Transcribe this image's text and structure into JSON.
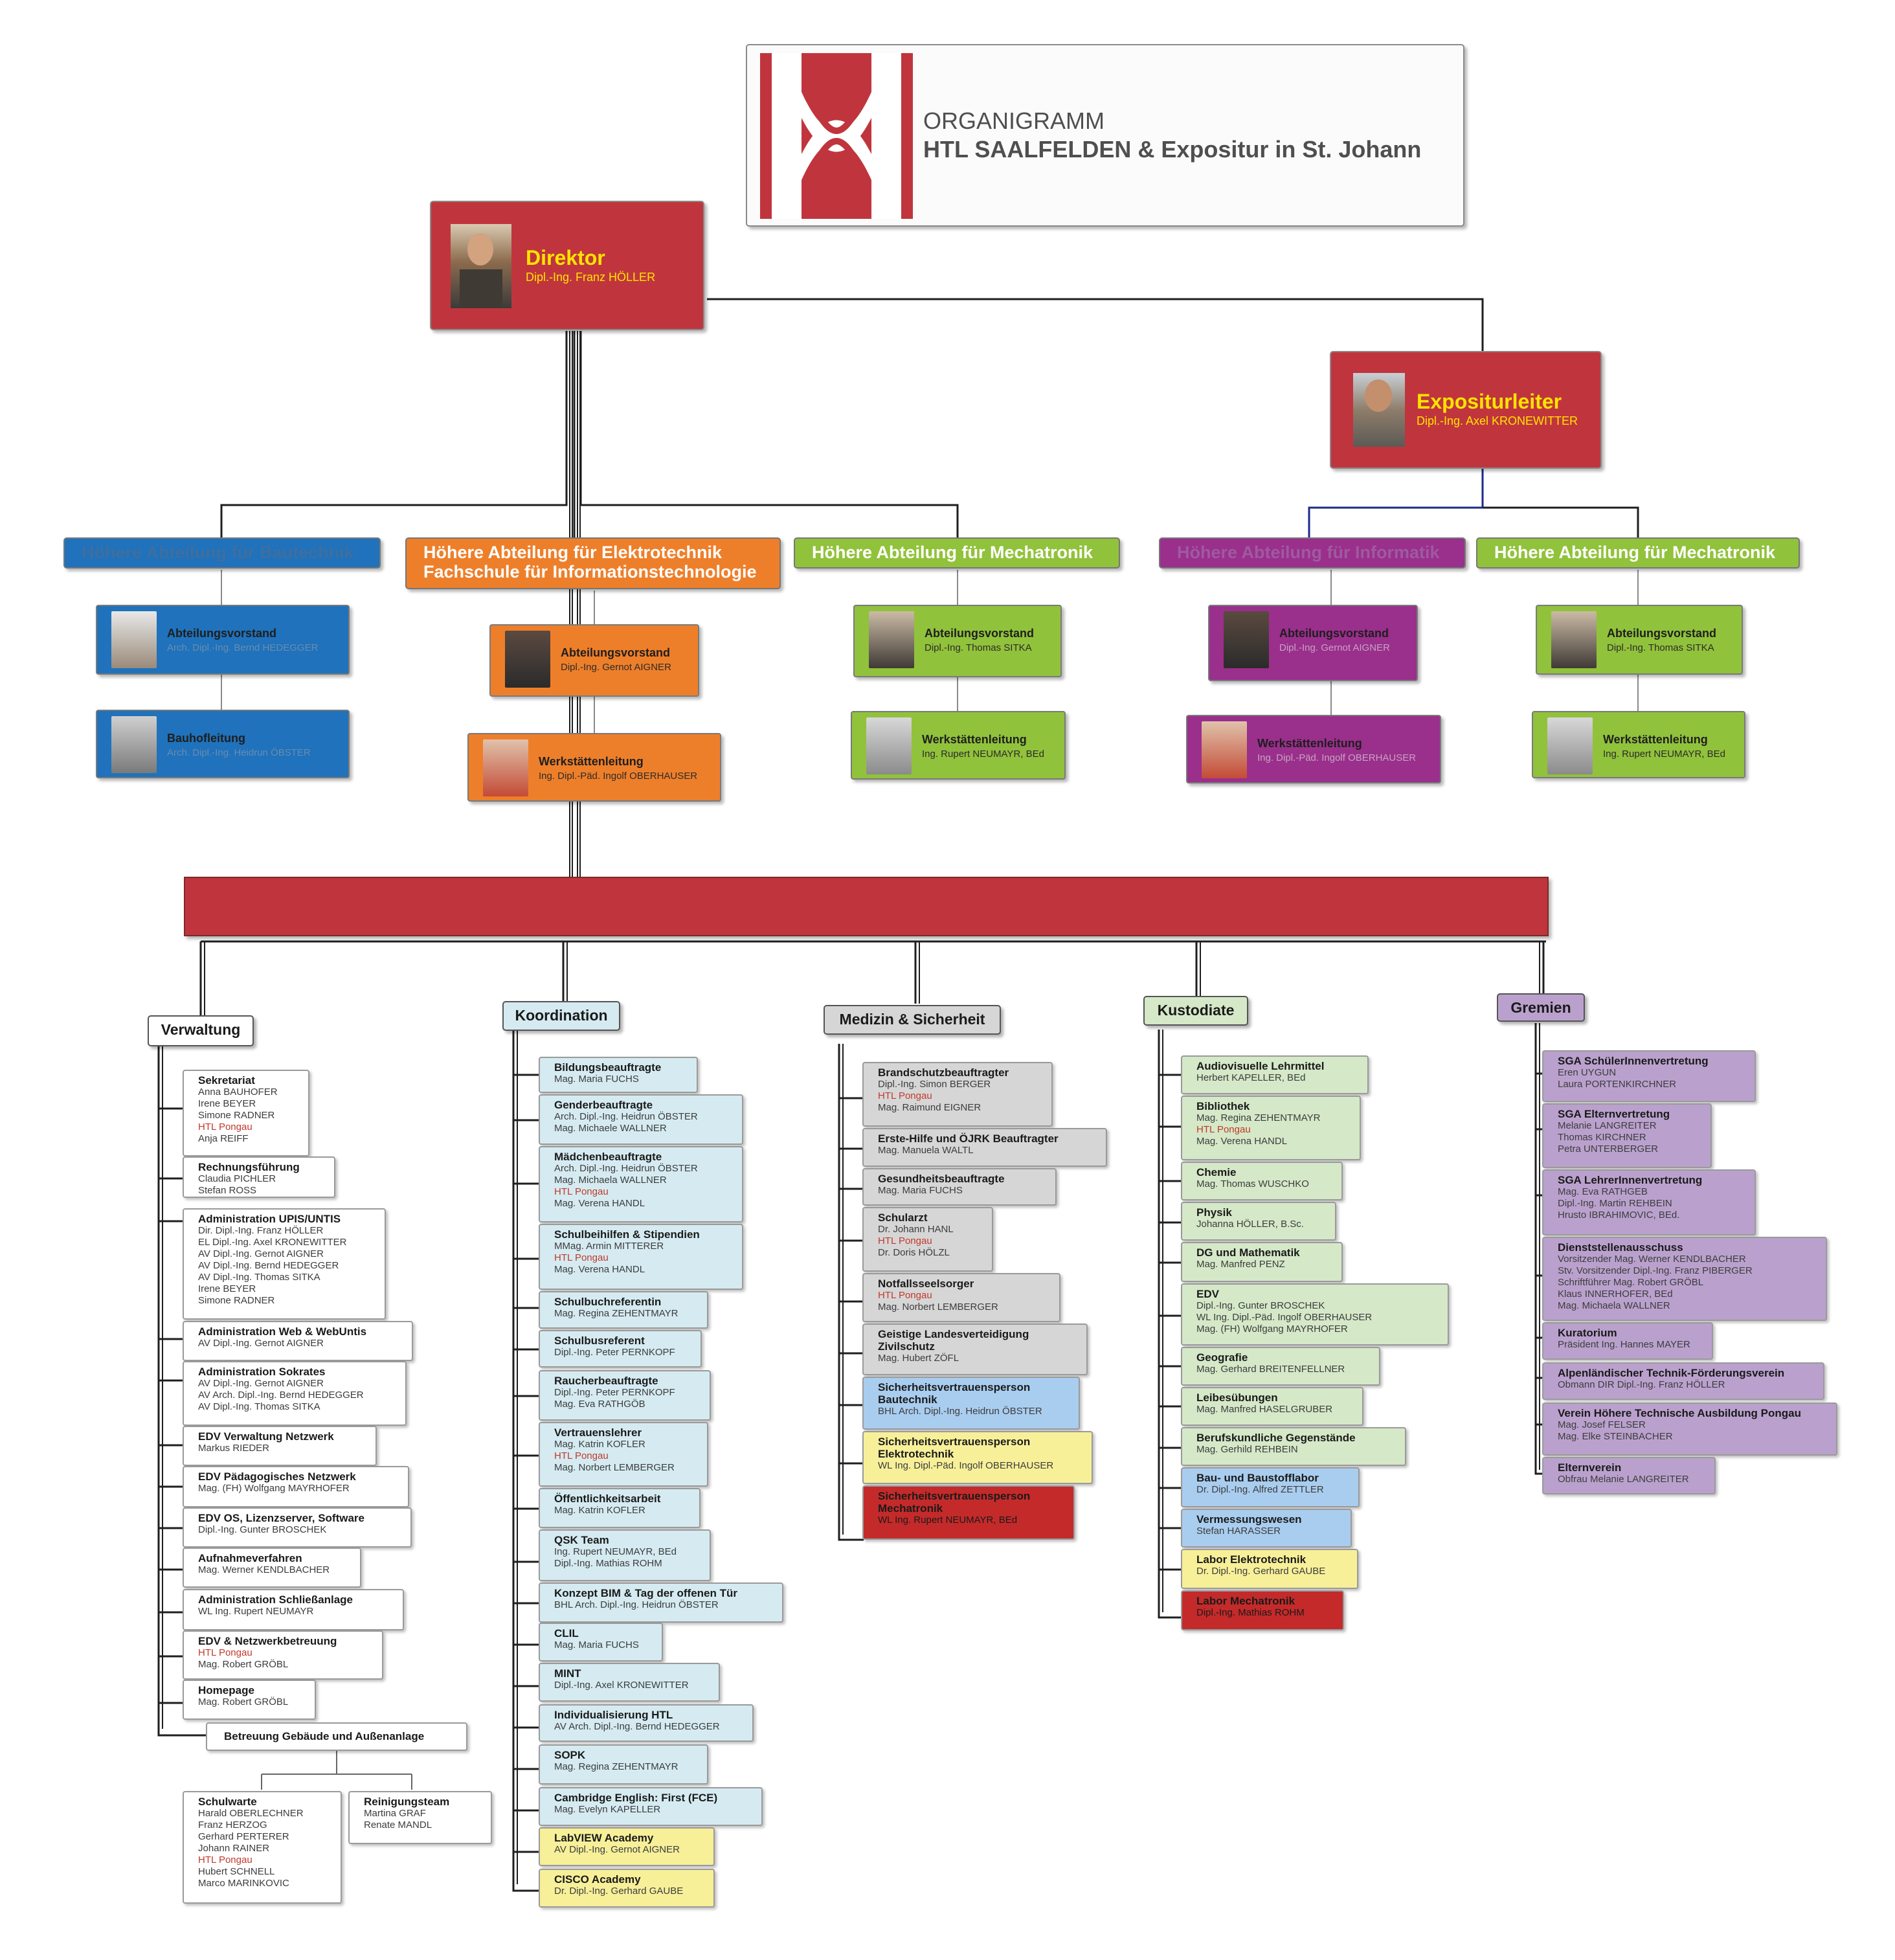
{
  "header": {
    "title_line1": "ORGANIGRAMM",
    "title_line2": "HTL SAALFELDEN & Expositur in St. Johann"
  },
  "director": {
    "title": "Direktor",
    "name": "Dipl.-Ing. Franz HÖLLER"
  },
  "expositur": {
    "title": "Expositurleiter",
    "name": "Dipl.-Ing. Axel KRONEWITTER"
  },
  "departments": [
    {
      "line1": "Höhere Abteilung für Bautechnik",
      "line2": "",
      "color": "#1f72bb",
      "av": {
        "title": "Abteilungsvorstand",
        "name": "Arch. Dipl.-Ing. Bernd HEDEGGER"
      },
      "second": {
        "title": "Bauhofleitung",
        "name": "Arch. Dipl.-Ing. Heidrun ÖBSTER"
      }
    },
    {
      "line1": "Höhere Abteilung für Elektrotechnik",
      "line2": "Fachschule für Informationstechnologie",
      "color": "#ee7f2a",
      "av": {
        "title": "Abteilungsvorstand",
        "name": "Dipl.-Ing. Gernot AIGNER"
      },
      "second": {
        "title": "Werkstättenleitung",
        "name": "Ing. Dipl.-Päd. Ingolf OBERHAUSER"
      }
    },
    {
      "line1": "Höhere Abteilung für Mechatronik",
      "line2": "",
      "color": "#91c23b",
      "av": {
        "title": "Abteilungsvorstand",
        "name": "Dipl.-Ing. Thomas SITKA"
      },
      "second": {
        "title": "Werkstättenleitung",
        "name": "Ing. Rupert NEUMAYR, BEd"
      }
    },
    {
      "line1": "Höhere Abteilung für Informatik",
      "line2": "",
      "color": "#9a2f8c",
      "av": {
        "title": "Abteilungsvorstand",
        "name": "Dipl.-Ing. Gernot AIGNER"
      },
      "second": {
        "title": "Werkstättenleitung",
        "name": "Ing. Dipl.-Päd. Ingolf OBERHAUSER"
      }
    },
    {
      "line1": "Höhere Abteilung für Mechatronik",
      "line2": "",
      "color": "#91c23b",
      "av": {
        "title": "Abteilungsvorstand",
        "name": "Dipl.-Ing. Thomas SITKA"
      },
      "second": {
        "title": "Werkstättenleitung",
        "name": "Ing. Rupert NEUMAYR, BEd"
      }
    }
  ],
  "categories": {
    "verwaltung": {
      "label": "Verwaltung",
      "items": [
        {
          "title": "Sekretariat",
          "lines": [
            "Anna BAUHOFER",
            "Irene BEYER",
            "Simone RADNER",
            "HTL Pongau",
            "Anja REIFF"
          ]
        },
        {
          "title": "Rechnungsführung",
          "lines": [
            "Claudia PICHLER",
            "Stefan ROSS"
          ]
        },
        {
          "title": "Administration UPIS/UNTIS",
          "lines": [
            "Dir. Dipl.-Ing. Franz HÖLLER",
            "EL Dipl.-Ing. Axel KRONEWITTER",
            "AV Dipl.-Ing. Gernot AIGNER",
            "AV Dipl.-Ing. Bernd HEDEGGER",
            "AV Dipl.-Ing. Thomas SITKA",
            "Irene BEYER",
            "Simone RADNER"
          ]
        },
        {
          "title": "Administration Web & WebUntis",
          "lines": [
            "AV Dipl.-Ing. Gernot AIGNER"
          ]
        },
        {
          "title": "Administration Sokrates",
          "lines": [
            "AV Dipl.-Ing. Gernot AIGNER",
            "AV Arch. Dipl.-Ing. Bernd HEDEGGER",
            "AV Dipl.-Ing. Thomas SITKA"
          ]
        },
        {
          "title": "EDV Verwaltung Netzwerk",
          "lines": [
            "Markus RIEDER"
          ]
        },
        {
          "title": "EDV Pädagogisches Netzwerk",
          "lines": [
            "Mag. (FH) Wolfgang MAYRHOFER"
          ]
        },
        {
          "title": "EDV OS, Lizenzserver, Software",
          "lines": [
            "Dipl.-Ing. Gunter BROSCHEK"
          ]
        },
        {
          "title": "Aufnahmeverfahren",
          "lines": [
            "Mag. Werner KENDLBACHER"
          ]
        },
        {
          "title": "Administration Schließanlage",
          "lines": [
            "WL Ing. Rupert NEUMAYR"
          ]
        },
        {
          "title": "EDV & Netzwerkbetreuung",
          "lines": [
            "HTL Pongau",
            "Mag. Robert GRÖBL"
          ]
        },
        {
          "title": "Homepage",
          "lines": [
            "Mag. Robert GRÖBL"
          ]
        }
      ],
      "gebaeude": {
        "label": "Betreuung Gebäude und Außenanlage",
        "items": [
          {
            "title": "Schulwarte",
            "lines": [
              "Harald OBERLECHNER",
              "Franz HERZOG",
              "Gerhard PERTERER",
              "Johann RAINER",
              "HTL Pongau",
              "Hubert SCHNELL",
              "Marco MARINKOVIC"
            ]
          },
          {
            "title": "Reinigungsteam",
            "lines": [
              "Martina GRAF",
              "Renate MANDL"
            ]
          }
        ]
      }
    },
    "koordination": {
      "label": "Koordination",
      "items": [
        {
          "title": "Bildungsbeauftragte",
          "lines": [
            "Mag. Maria FUCHS"
          ]
        },
        {
          "title": "Genderbeauftragte",
          "lines": [
            "Arch. Dipl.-Ing. Heidrun ÖBSTER",
            "Mag. Michaele WALLNER"
          ]
        },
        {
          "title": "Mädchenbeauftragte",
          "lines": [
            "Arch. Dipl.-Ing. Heidrun ÖBSTER",
            "Mag. Michaela WALLNER",
            "HTL Pongau",
            "Mag. Verena HANDL"
          ]
        },
        {
          "title": "Schulbeihilfen & Stipendien",
          "lines": [
            "MMag. Armin MITTERER",
            "HTL Pongau",
            "Mag. Verena HANDL"
          ]
        },
        {
          "title": "Schulbuchreferentin",
          "lines": [
            "Mag. Regina ZEHENTMAYR"
          ]
        },
        {
          "title": "Schulbusreferent",
          "lines": [
            "Dipl.-Ing. Peter PERNKOPF"
          ]
        },
        {
          "title": "Raucherbeauftragte",
          "lines": [
            "Dipl.-Ing. Peter PERNKOPF",
            "Mag. Eva RATHGÖB"
          ]
        },
        {
          "title": "Vertrauenslehrer",
          "lines": [
            "Mag. Katrin KOFLER",
            "HTL Pongau",
            "Mag. Norbert LEMBERGER"
          ]
        },
        {
          "title": "Öffentlichkeitsarbeit",
          "lines": [
            "Mag. Katrin KOFLER"
          ]
        },
        {
          "title": "QSK Team",
          "lines": [
            "Ing. Rupert NEUMAYR, BEd",
            "Dipl.-Ing. Mathias ROHM"
          ]
        },
        {
          "title": "Konzept BIM & Tag der offenen Tür",
          "lines": [
            "BHL Arch. Dipl.-Ing. Heidrun ÖBSTER"
          ]
        },
        {
          "title": "CLIL",
          "lines": [
            "Mag. Maria FUCHS"
          ]
        },
        {
          "title": "MINT",
          "lines": [
            "Dipl.-Ing. Axel KRONEWITTER"
          ]
        },
        {
          "title": "Individualisierung HTL",
          "lines": [
            "AV Arch. Dipl.-Ing. Bernd HEDEGGER"
          ]
        },
        {
          "title": "SOPK",
          "lines": [
            "Mag. Regina ZEHENTMAYR"
          ]
        },
        {
          "title": "Cambridge English: First (FCE)",
          "lines": [
            "Mag. Evelyn KAPELLER"
          ]
        },
        {
          "title": "LabVIEW Academy",
          "lines": [
            "AV Dipl.-Ing. Gernot AIGNER"
          ]
        },
        {
          "title": "CISCO Academy",
          "lines": [
            "Dr. Dipl.-Ing. Gerhard GAUBE"
          ]
        }
      ]
    },
    "medizin": {
      "label": "Medizin & Sicherheit",
      "items": [
        {
          "title": "Brandschutzbeauftragter",
          "lines": [
            "Dipl.-Ing. Simon BERGER",
            "HTL Pongau",
            "Mag. Raimund EIGNER"
          ]
        },
        {
          "title": "Erste-Hilfe und ÖJRK Beauftragter",
          "lines": [
            "Mag. Manuela WALTL"
          ]
        },
        {
          "title": "Gesundheitsbeauftragte",
          "lines": [
            "Mag. Maria FUCHS"
          ]
        },
        {
          "title": "Schularzt",
          "lines": [
            "Dr. Johann HANL",
            "HTL Pongau",
            "Dr. Doris HÖLZL"
          ]
        },
        {
          "title": "Notfallsseelsorger",
          "lines": [
            "HTL Pongau",
            "Mag. Norbert LEMBERGER"
          ]
        },
        {
          "title": "Geistige Landesverteidigung Zivilschutz",
          "lines": [
            "Mag. Hubert ZÖFL"
          ]
        },
        {
          "title": "Sicherheitsvertrauensperson Bautechnik",
          "lines": [
            "BHL Arch. Dipl.-Ing. Heidrun ÖBSTER"
          ]
        },
        {
          "title": "Sicherheitsvertrauensperson Elektrotechnik",
          "lines": [
            "WL Ing. Dipl.-Päd. Ingolf OBERHAUSER"
          ]
        },
        {
          "title": "Sicherheitsvertrauensperson Mechatronik",
          "lines": [
            "WL Ing. Rupert NEUMAYR, BEd"
          ]
        }
      ]
    },
    "kustodiate": {
      "label": "Kustodiate",
      "items": [
        {
          "title": "Audiovisuelle Lehrmittel",
          "lines": [
            "Herbert KAPELLER, BEd"
          ]
        },
        {
          "title": "Bibliothek",
          "lines": [
            "Mag. Regina ZEHENTMAYR",
            "HTL Pongau",
            "Mag. Verena HANDL"
          ]
        },
        {
          "title": "Chemie",
          "lines": [
            "Mag. Thomas WUSCHKO"
          ]
        },
        {
          "title": "Physik",
          "lines": [
            "Johanna HÖLLER, B.Sc."
          ]
        },
        {
          "title": "DG und Mathematik",
          "lines": [
            "Mag. Manfred PENZ"
          ]
        },
        {
          "title": "EDV",
          "lines": [
            "Dipl.-Ing. Gunter BROSCHEK",
            "WL Ing. Dipl.-Päd. Ingolf OBERHAUSER",
            "Mag. (FH) Wolfgang MAYRHOFER"
          ]
        },
        {
          "title": "Geografie",
          "lines": [
            "Mag. Gerhard BREITENFELLNER"
          ]
        },
        {
          "title": "Leibesübungen",
          "lines": [
            "Mag. Manfred HASELGRUBER"
          ]
        },
        {
          "title": "Berufskundliche Gegenstände",
          "lines": [
            "Mag. Gerhild REHBEIN"
          ]
        },
        {
          "title": "Bau- und Baustofflabor",
          "lines": [
            "Dr. Dipl.-Ing. Alfred ZETTLER"
          ]
        },
        {
          "title": "Vermessungswesen",
          "lines": [
            "Stefan HARASSER"
          ]
        },
        {
          "title": "Labor Elektrotechnik",
          "lines": [
            "Dr. Dipl.-Ing. Gerhard GAUBE"
          ]
        },
        {
          "title": "Labor Mechatronik",
          "lines": [
            "Dipl.-Ing. Mathias ROHM"
          ]
        }
      ]
    },
    "gremien": {
      "label": "Gremien",
      "items": [
        {
          "title": "SGA SchülerInnenvertretung",
          "lines": [
            "Eren UYGUN",
            "Laura PORTENKIRCHNER"
          ]
        },
        {
          "title": "SGA Elternvertretung",
          "lines": [
            "Melanie LANGREITER",
            "Thomas KIRCHNER",
            "Petra UNTERBERGER"
          ]
        },
        {
          "title": "SGA LehrerInnenvertretung",
          "lines": [
            "Mag. Eva RATHGEB",
            "Dipl.-Ing. Martin REHBEIN",
            "Hrusto IBRAHIMOVIC, BEd."
          ]
        },
        {
          "title": "Dienststellenausschuss",
          "lines": [
            "Vorsitzender Mag. Werner KENDLBACHER",
            "Stv. Vorsitzender Dipl.-Ing. Franz PIBERGER",
            "Schriftführer Mag. Robert GRÖBL",
            "Klaus INNERHOFER, BEd",
            "Mag. Michaela WALLNER"
          ]
        },
        {
          "title": "Kuratorium",
          "lines": [
            "Präsident Ing. Hannes MAYER"
          ]
        },
        {
          "title": "Alpenländischer Technik-Förderungsverein",
          "lines": [
            "Obmann DIR Dipl.-Ing. Franz HÖLLER"
          ]
        },
        {
          "title": "Verein Höhere Technische Ausbildung Pongau",
          "lines": [
            "Mag. Josef FELSER",
            "Mag. Elke STEINBACHER"
          ]
        },
        {
          "title": "Elternverein",
          "lines": [
            "Obfrau Melanie LANGREITER"
          ]
        }
      ]
    }
  },
  "colors": {
    "brand_red": "#c0353d",
    "title_gray": "#4f4f4f",
    "director_yellow": "#ffe400",
    "bau_blue": "#1f72bb",
    "et_orange": "#ee7f2a",
    "mech_green": "#91c23b",
    "inf_purple": "#9a2f8c",
    "koord_cyan": "#d5ebf1",
    "med_gray": "#d6d6d6",
    "kust_green": "#d5e8c8",
    "grem_purple": "#baa1cd"
  }
}
